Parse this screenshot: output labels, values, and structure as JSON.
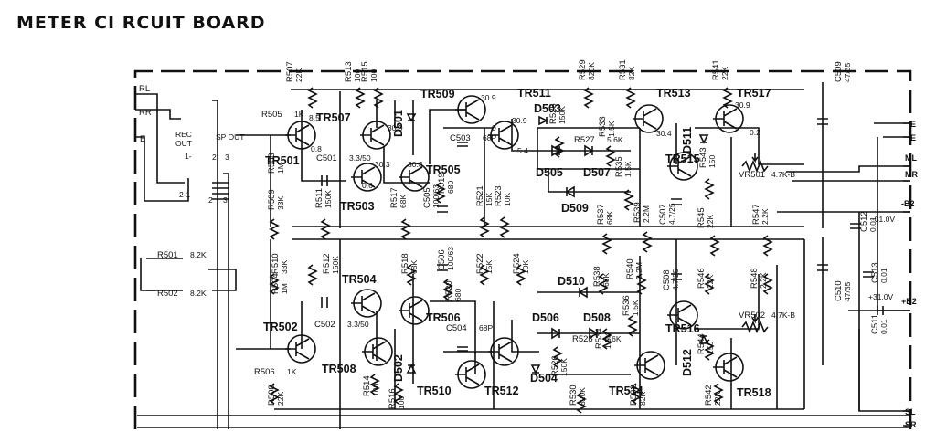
{
  "title": "METER CI RCUIT BOARD",
  "inputs": {
    "rl": "RL",
    "rr": "RR",
    "e": "E",
    "rec_out": "REC",
    "rec_out2": "OUT",
    "rec_out_pin": "1-",
    "pin21": "2-1",
    "sp_out": "SP OUT",
    "pin2": "2",
    "pin3": "3",
    "pin2b": "2",
    "pin3b": "3"
  },
  "terminals": [
    "E",
    "E",
    "ML",
    "MR",
    "-B2",
    "+B2",
    "SL",
    "SR"
  ],
  "supply": {
    "neg": "-31.0V",
    "pos": "+31.0V"
  },
  "transistors": [
    "TR501",
    "TR502",
    "TR503",
    "TR504",
    "TR505",
    "TR506",
    "TR507",
    "TR508",
    "TR509",
    "TR510",
    "TR511",
    "TR512",
    "TR513",
    "TR514",
    "TR515",
    "TR516",
    "TR517",
    "TR518"
  ],
  "diodes": [
    "D501",
    "D502",
    "D503",
    "D504",
    "D505",
    "D506",
    "D507",
    "D508",
    "D509",
    "D510",
    "D511",
    "D512"
  ],
  "top_channel": [
    {
      "ref": "R501",
      "val": "8.2K"
    },
    {
      "ref": "R505",
      "val": "1K"
    },
    {
      "ref": "R507",
      "val": "22K"
    },
    {
      "ref": "R503",
      "val": "1M"
    },
    {
      "ref": "R509",
      "val": "33K"
    },
    {
      "ref": "C501",
      "val": "3.3/50"
    },
    {
      "ref": "R511",
      "val": "150K"
    },
    {
      "ref": "R513",
      "val": "100"
    },
    {
      "ref": "R515",
      "val": "100"
    },
    {
      "ref": "R517",
      "val": "68K"
    },
    {
      "ref": "C505",
      "val": "100/63"
    },
    {
      "ref": "R519",
      "val": "680"
    },
    {
      "ref": "C503",
      "val": "68P"
    },
    {
      "ref": "R521",
      "val": "15K"
    },
    {
      "ref": "R523",
      "val": "10K"
    },
    {
      "ref": "R525",
      "val": "150K"
    },
    {
      "ref": "R527",
      "val": "5.6K"
    },
    {
      "ref": "R529",
      "val": "820K"
    },
    {
      "ref": "R531",
      "val": "82K"
    },
    {
      "ref": "R533",
      "val": "1.5K"
    },
    {
      "ref": "R535",
      "val": "1.5K"
    },
    {
      "ref": "R537",
      "val": "68K"
    },
    {
      "ref": "R539",
      "val": "2.2M"
    },
    {
      "ref": "C507",
      "val": "4.7/25"
    },
    {
      "ref": "R541",
      "val": "22K"
    },
    {
      "ref": "R543",
      "val": "150"
    },
    {
      "ref": "R545",
      "val": "22K"
    },
    {
      "ref": "R547",
      "val": "2.2K"
    },
    {
      "ref": "VR501",
      "val": "4.7K-B"
    },
    {
      "ref": "C509",
      "val": "47/35"
    },
    {
      "ref": "C512",
      "val": "0.01"
    }
  ],
  "bottom_channel": [
    {
      "ref": "R502",
      "val": "8.2K"
    },
    {
      "ref": "R506",
      "val": "1K"
    },
    {
      "ref": "R508",
      "val": "22K"
    },
    {
      "ref": "R504",
      "val": "1M"
    },
    {
      "ref": "R510",
      "val": "33K"
    },
    {
      "ref": "C502",
      "val": "3.3/50"
    },
    {
      "ref": "R512",
      "val": "150K"
    },
    {
      "ref": "R514",
      "val": "100"
    },
    {
      "ref": "R516",
      "val": "100"
    },
    {
      "ref": "R518",
      "val": "68K"
    },
    {
      "ref": "C506",
      "val": "100/63"
    },
    {
      "ref": "R520",
      "val": "680"
    },
    {
      "ref": "C504",
      "val": "68P"
    },
    {
      "ref": "R522",
      "val": "15K"
    },
    {
      "ref": "R524",
      "val": "10K"
    },
    {
      "ref": "R526",
      "val": "150K"
    },
    {
      "ref": "R528",
      "val": "5.6K"
    },
    {
      "ref": "R530",
      "val": "820K"
    },
    {
      "ref": "R532",
      "val": "82K"
    },
    {
      "ref": "R534",
      "val": "1.5K"
    },
    {
      "ref": "R536",
      "val": "1.5K"
    },
    {
      "ref": "R538",
      "val": "68K"
    },
    {
      "ref": "R540",
      "val": "2.2M"
    },
    {
      "ref": "C508",
      "val": "4.7/25"
    },
    {
      "ref": "R542",
      "val": "22K"
    },
    {
      "ref": "R544",
      "val": "150"
    },
    {
      "ref": "R546",
      "val": "22K"
    },
    {
      "ref": "R548",
      "val": "2.2K"
    },
    {
      "ref": "VR502",
      "val": "4.7K-B"
    },
    {
      "ref": "C510",
      "val": "47/35"
    },
    {
      "ref": "C511",
      "val": "0.01"
    },
    {
      "ref": "C513",
      "val": "0.01"
    }
  ],
  "voltages": [
    "8.5",
    "0.8",
    "30.3",
    "0.6",
    "30.3",
    "30.9",
    "30.9",
    "30.9",
    "0",
    "5.4",
    "30.4",
    "30.9",
    "0.2"
  ],
  "colors": {
    "ink": "#111111",
    "paper": "#ffffff"
  }
}
